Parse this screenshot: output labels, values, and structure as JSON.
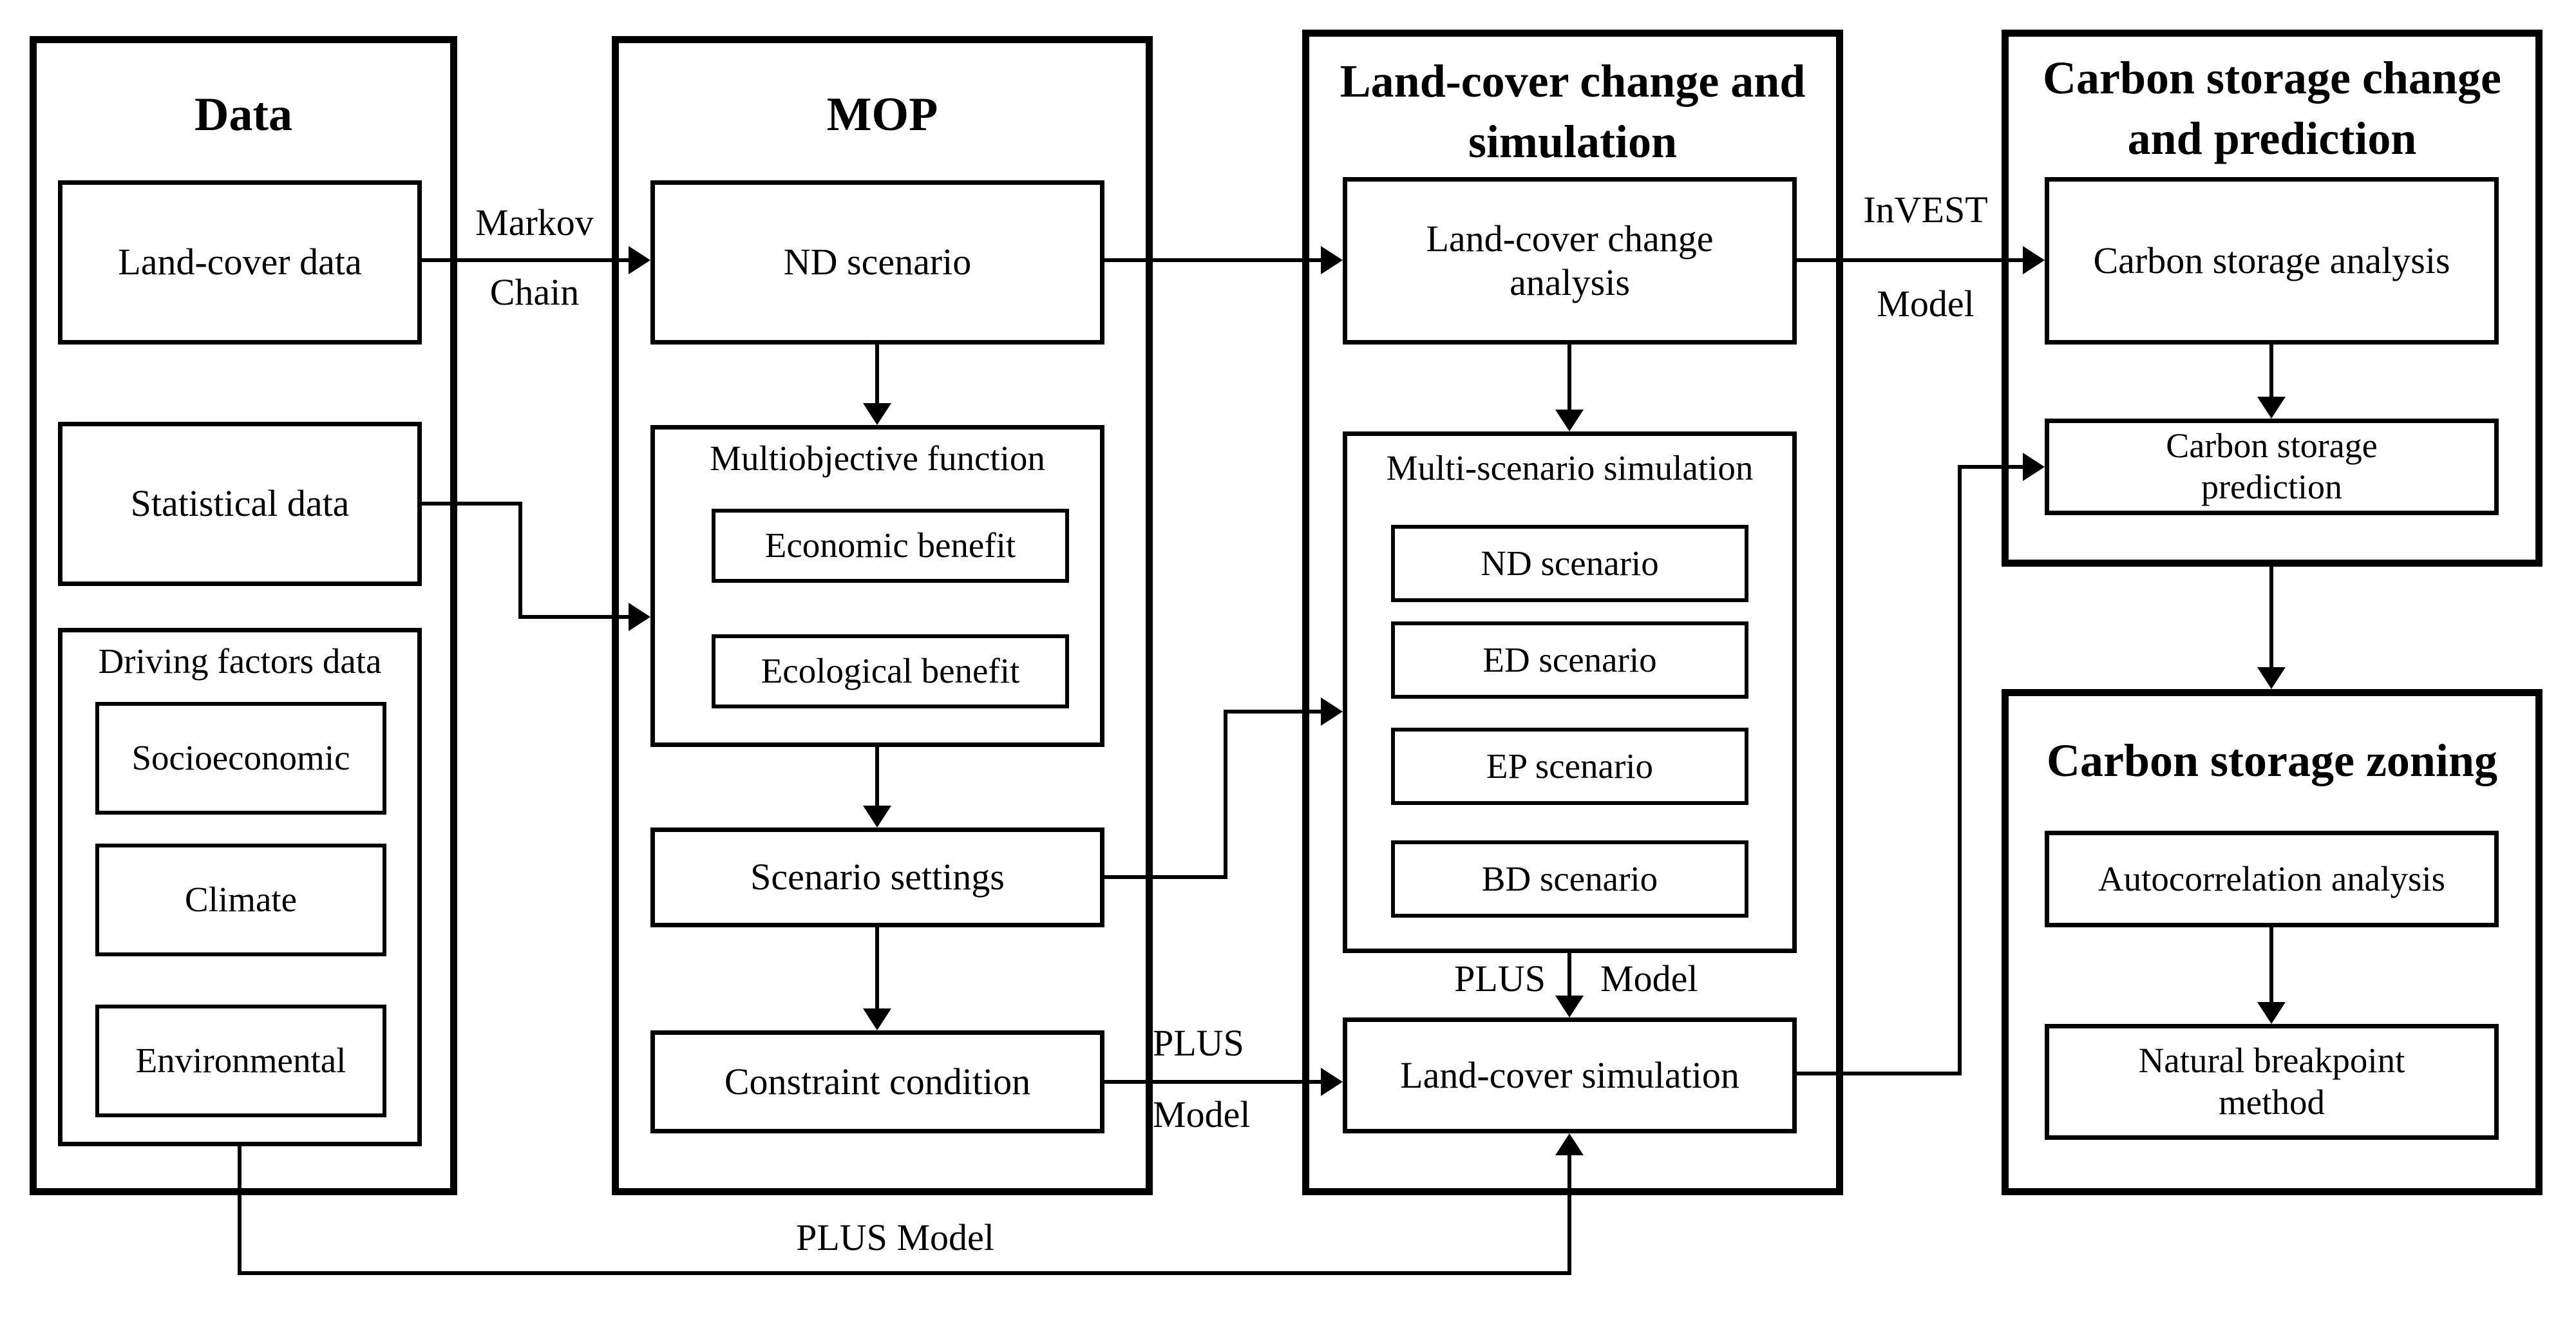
{
  "data_col": {
    "title": "Data",
    "land_cover": "Land-cover data",
    "statistical": "Statistical  data",
    "driving_label": "Driving factors data",
    "driving_items": [
      "Socioeconomic",
      "Climate",
      "Environmental"
    ]
  },
  "mop_col": {
    "title": "MOP",
    "nd": "ND scenario",
    "mo_label": "Multiobjective function",
    "economic": "Economic benefit",
    "ecological": "Ecological benefit",
    "scenario_settings": "Scenario settings",
    "constraint": "Constraint condition"
  },
  "lc_col": {
    "title": "Land-cover change and\nsimulation",
    "analysis": "Land-cover change\nanalysis",
    "ms_label": "Multi-scenario simulation",
    "ms_items": [
      "ND scenario",
      "ED scenario",
      "EP scenario",
      "BD scenario"
    ],
    "simulation": "Land-cover simulation"
  },
  "carbon_col": {
    "title": "Carbon storage change\nand prediction",
    "analysis": "Carbon storage analysis",
    "prediction": "Carbon storage\nprediction"
  },
  "zoning_col": {
    "title": "Carbon storage zoning",
    "autocorrelation": "Autocorrelation analysis",
    "breakpoint": "Natural breakpoint\nmethod"
  },
  "labels": {
    "markov_1": "Markov",
    "markov_2": "Chain",
    "plus_cc_1": "PLUS",
    "plus_cc_2": "Model",
    "plus_mid_1": "PLUS",
    "plus_mid_2": "Model",
    "invest_1": "InVEST",
    "invest_2": "Model",
    "plus_bottom": "PLUS Model"
  },
  "colors": {
    "line": "#000000",
    "text": "#000000",
    "background": "#ffffff"
  }
}
